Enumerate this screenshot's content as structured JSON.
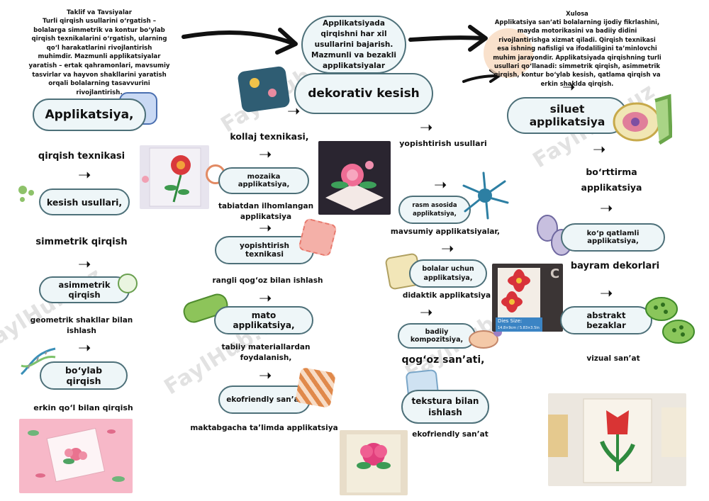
{
  "colors": {
    "pill_border": "#4d7079",
    "pill_fill": "#eef6f8",
    "text": "#111111"
  },
  "watermark": "FaylHub.uz",
  "left_text": {
    "heading": "Taklif va Tavsiyalar",
    "body": "Turli qirqish usullarini o‘rgatish – bolalarga simmetrik va kontur bo‘ylab qirqish texnikalarini o‘rgatish, ularning qo‘l harakatlarini rivojlantirish muhimdir. Mazmunli applikatsiyalar yaratish – ertak qahramonlari, mavsumiy tasvirlar va hayvon shakllarini yaratish orqali bolalarning tasavvurini rivojlantirish."
  },
  "right_text": {
    "heading": "Xulosa",
    "body": "Applikatsiya san’ati bolalarning ijodiy fikrlashini, mayda motorikasini va badiiy didini rivojlantirishga xizmat qiladi. Qirqish texnikasi esa ishning nafisligi va ifodaliligini ta’minlovchi muhim jarayondir. Applikatsiyada qirqishning turli usullari qo‘llanadi: simmetrik qirqish, asimmetrik qirqish, kontur bo‘ylab kesish, qatlama qirqish va erkin shaklda qirqish."
  },
  "center_top": "Applikatsiyada qirqishni har xil usullarini bajarish. Mazmunli va bezakli applikatsiyalar",
  "col1": {
    "applikatsiya": "Applikatsiya,",
    "qirqish_texnikasi": "qirqish texnikasi",
    "kesish_usullari": "kesish usullari,",
    "simmetrik": "simmetrik qirqish",
    "asimmetrik": "asimmetrik qirqish",
    "geometrik": "geometrik shakllar bilan ishlash",
    "boylab": "bo‘ylab qirqish",
    "erkin": "erkin qo‘l bilan qirqish"
  },
  "col2": {
    "dekorativ": "dekorativ kesish",
    "kollaj": "kollaj texnikasi,",
    "mozaika": "mozaika applikatsiya,",
    "tabiatdan": "tabiatdan ilhomlangan applikatsiya",
    "yopishtirish_tex": "yopishtirish texnikasi",
    "rangli": "rangli qog‘oz bilan ishlash",
    "mato": "mato applikatsiya,",
    "tabiiy": "tabiiy materiallardan foydalanish,",
    "ekofriendly": "ekofriendly san’at",
    "maktabgacha": "maktabgacha ta’limda applikatsiya"
  },
  "col3": {
    "yopishtirish_usul": "yopishtirish usullari",
    "rasm_asosida": "rasm asosida applikatsiya,",
    "mavsumiy": "mavsumiy applikatsiyalar,",
    "bolalar_uchun": "bolalar uchun applikatsiya,",
    "didaktik": "didaktik applikatsiya",
    "badiiy": "badiiy kompozitsiya,",
    "qogoz": "qog‘oz san’ati,",
    "tekstura": "tekstura bilan ishlash",
    "ekofriendly2": "ekofriendly san’at"
  },
  "col4": {
    "siluet": "siluet applikatsiya",
    "borttirma": "bo‘rttirma applikatsiya",
    "kop_qatlamli": "ko‘p qatlamli applikatsiya,",
    "bayram": "bayram dekorlari",
    "abstrakt": "abstrakt bezaklar",
    "vizual": "vizual san’at"
  },
  "photo_caption": "Dies Size:",
  "photo_caption_small": "14.8×9cm / 5.83×3.5in",
  "arrow_glyph": "➝"
}
